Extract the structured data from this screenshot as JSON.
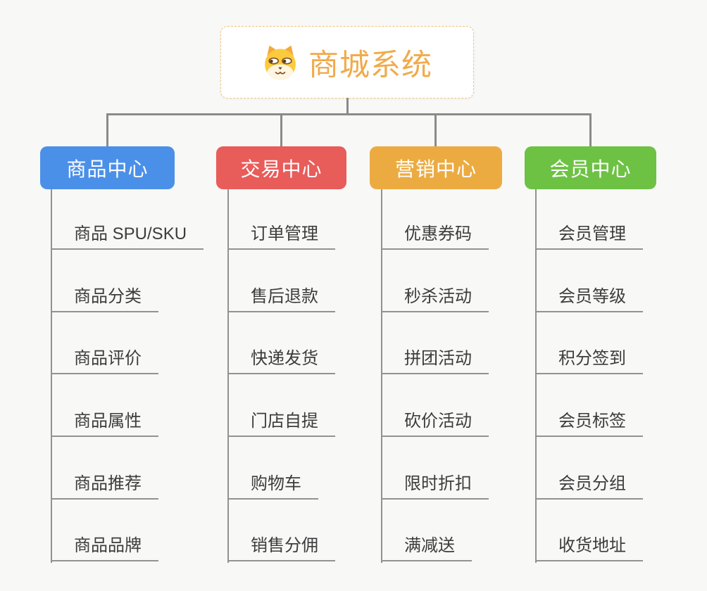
{
  "root": {
    "label": "商城系统",
    "icon": "dog-face-icon",
    "text_color": "#F0AB4C",
    "border_color": "#F2C480"
  },
  "connector_color": "#8A8A8A",
  "background_color": "#F8F8F7",
  "branches": [
    {
      "label": "商品中心",
      "color": "#4B90E8",
      "children": [
        "商品 SPU/SKU",
        "商品分类",
        "商品评价",
        "商品属性",
        "商品推荐",
        "商品品牌"
      ]
    },
    {
      "label": "交易中心",
      "color": "#E85C5A",
      "children": [
        "订单管理",
        "售后退款",
        "快递发货",
        "门店自提",
        "购物车",
        "销售分佣"
      ]
    },
    {
      "label": "营销中心",
      "color": "#ECAB41",
      "children": [
        "优惠券码",
        "秒杀活动",
        "拼团活动",
        "砍价活动",
        "限时折扣",
        "满减送"
      ]
    },
    {
      "label": "会员中心",
      "color": "#6DC244",
      "children": [
        "会员管理",
        "会员等级",
        "积分签到",
        "会员标签",
        "会员分组",
        "收货地址"
      ]
    }
  ]
}
